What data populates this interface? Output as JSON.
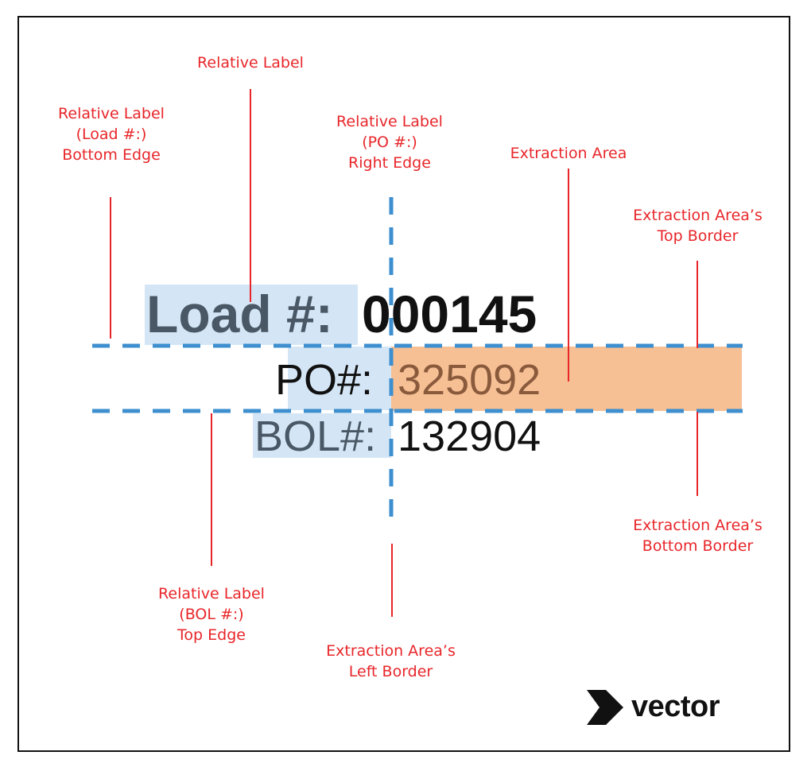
{
  "document": {
    "load_label": "Load #:",
    "load_value": "000145",
    "po_label": "PO#:",
    "po_value": "325092",
    "bol_label": "BOL#:",
    "bol_value": "132904"
  },
  "annotations": {
    "relative_label": [
      "Relative Label"
    ],
    "load_bottom_edge": [
      "Relative Label",
      "(Load #:)",
      "Bottom Edge"
    ],
    "po_right_edge": [
      "Relative Label",
      "(PO #:)",
      "Right Edge"
    ],
    "extraction_area": [
      "Extraction Area"
    ],
    "extraction_top_border": [
      "Extraction Area’s",
      "Top Border"
    ],
    "extraction_bottom_border": [
      "Extraction Area’s",
      "Bottom Border"
    ],
    "bol_top_edge": [
      "Relative Label",
      "(BOL #:)",
      "Top Edge"
    ],
    "extraction_left_border": [
      "Extraction Area’s",
      "Left Border"
    ]
  },
  "logo": {
    "text": "vector",
    "icon": "vector-chevron-icon"
  },
  "colors": {
    "annotation": "#e8262a",
    "guide_line": "#3d8fcf",
    "label_highlight": "#d4e6f6",
    "extraction_fill": "#f6bf94",
    "extraction_text": "#8a5a3c",
    "label_text": "#4a5865",
    "value_text": "#111111",
    "frame": "#111111"
  }
}
